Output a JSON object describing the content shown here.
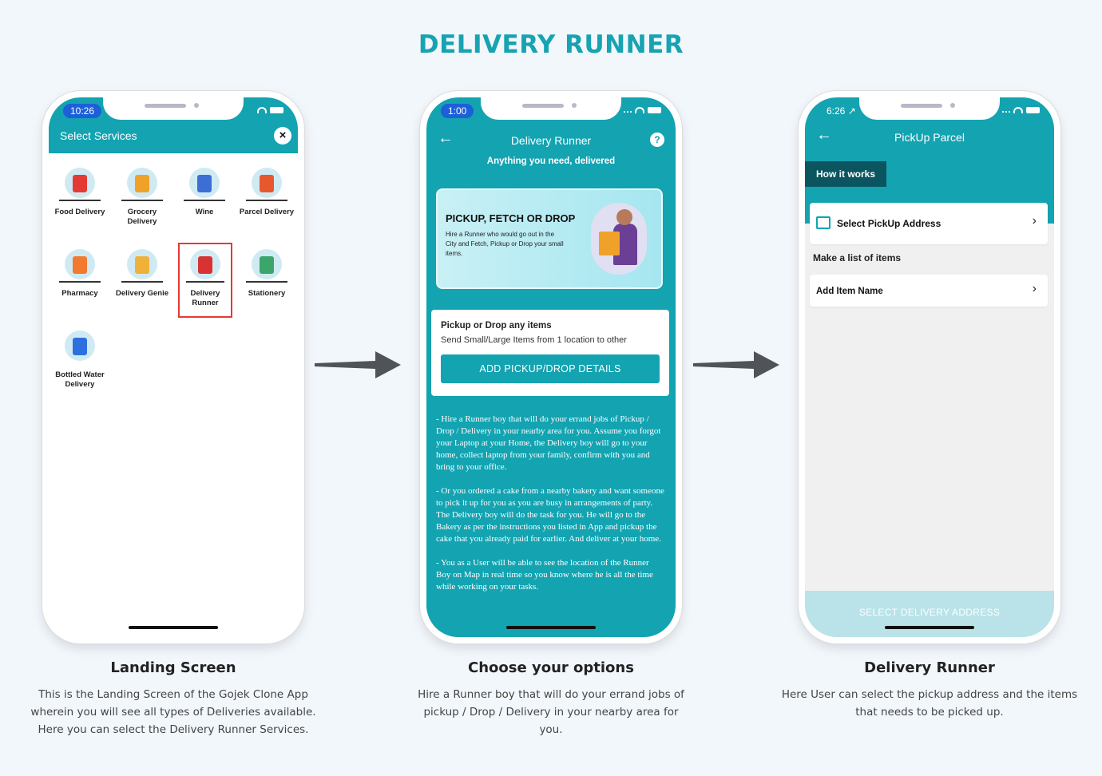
{
  "page": {
    "title": "DELIVERY RUNNER"
  },
  "colors": {
    "accent": "#13a3b1",
    "dark_teal": "#0a5560",
    "highlight": "#e53935"
  },
  "phone1": {
    "time": "10:26",
    "header_title": "Select Services",
    "close_icon": "×",
    "services": [
      {
        "label": "Food Delivery",
        "icon": "food-icon"
      },
      {
        "label": "Grocery Delivery",
        "icon": "grocery-icon"
      },
      {
        "label": "Wine",
        "icon": "wine-icon"
      },
      {
        "label": "Parcel Delivery",
        "icon": "parcel-icon"
      },
      {
        "label": "Pharmacy",
        "icon": "pharmacy-icon"
      },
      {
        "label": "Delivery Genie",
        "icon": "genie-icon"
      },
      {
        "label": "Delivery Runner",
        "icon": "runner-icon",
        "selected": true
      },
      {
        "label": "Stationery",
        "icon": "stationery-icon"
      },
      {
        "label": "Bottled Water Delivery",
        "icon": "water-icon"
      }
    ]
  },
  "phone2": {
    "time": "1:00",
    "title": "Delivery Runner",
    "subtitle": "Anything you need, delivered",
    "help_icon": "?",
    "back_icon": "←",
    "banner": {
      "heading": "PICKUP, FETCH OR DROP",
      "text": "Hire a Runner who would go out in the City and Fetch, Pickup or Drop your small items."
    },
    "card": {
      "heading": "Pickup or Drop any items",
      "subtext": "Send Small/Large Items from 1 location to other",
      "button": "ADD PICKUP/DROP DETAILS"
    },
    "description": [
      "- Hire a Runner boy that will do your errand jobs of Pickup / Drop / Delivery in your nearby area for you. Assume you forgot your Laptop at your Home, the Delivery boy will go to your home, collect laptop from your family, confirm with you and bring to your office.",
      "- Or you ordered a cake from a nearby bakery and want someone to pick it up for you as you are busy in arrangements of party. The Delivery boy will do the task for you. He will go to the Bakery as per the instructions you listed in App and pickup the cake that you already paid for earlier. And deliver at your home.",
      "- You as a User will be able to see the location of the Runner Boy on Map in real time so you know where he is all the time while working on your tasks."
    ]
  },
  "phone3": {
    "time": "6:26 ↗",
    "title": "PickUp Parcel",
    "back_icon": "←",
    "how_button": "How it works",
    "pickup_row": "Select PickUp Address",
    "section_label": "Make a list of items",
    "item_row": "Add Item Name",
    "chevron": "›",
    "bottom_button": "SELECT DELIVERY ADDRESS"
  },
  "captions": [
    {
      "title": "Landing Screen",
      "text": "This is the Landing Screen of the Gojek Clone App wherein you will see all types of Deliveries available. Here you can select the Delivery Runner Services."
    },
    {
      "title": "Choose your options",
      "text": "Hire a Runner boy that will do your errand jobs of pickup / Drop / Delivery in your nearby area for you."
    },
    {
      "title": "Delivery Runner",
      "text": "Here User can select the pickup address and the items that needs to be picked up."
    }
  ]
}
